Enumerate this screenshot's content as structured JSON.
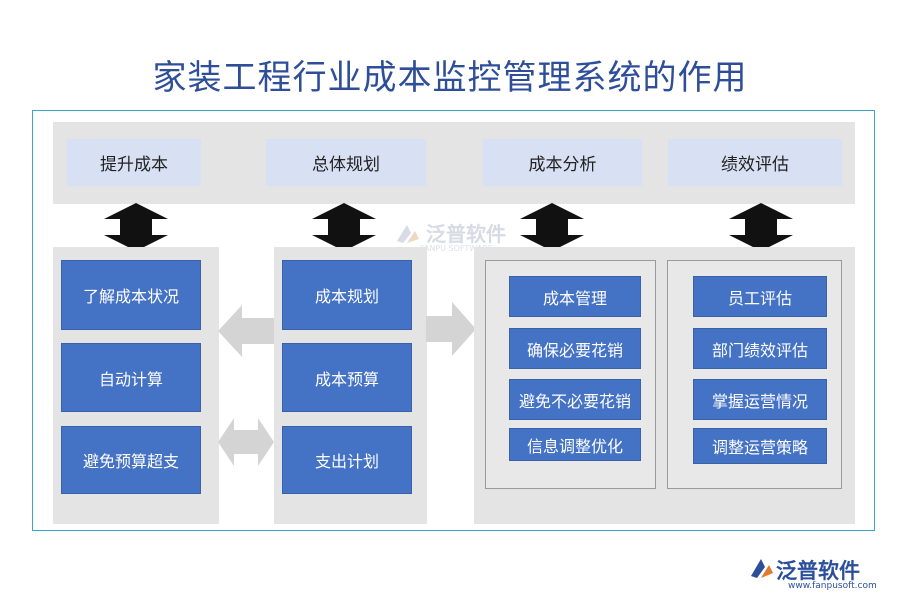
{
  "title": "家装工程行业成本监控管理系统的作用",
  "headers": [
    "提升成本",
    "总体规划",
    "成本分析",
    "绩效评估"
  ],
  "column1": [
    "了解成本状况",
    "自动计算",
    "避免预算超支"
  ],
  "column2": [
    "成本规划",
    "成本预算",
    "支出计划"
  ],
  "column3": [
    "成本管理",
    "确保必要花销",
    "避免不必要花销",
    "信息调整优化"
  ],
  "column4": [
    "员工评估",
    "部门绩效评估",
    "掌握运营情况",
    "调整运营策略"
  ],
  "watermark": {
    "name": "泛普软件",
    "sub": "FANPU SOFTWARE"
  },
  "logo": {
    "name": "泛普软件",
    "url": "www.fanpusoft.com"
  },
  "colors": {
    "title": "#2e4e9a",
    "box": "#4472c4",
    "header_box": "#d8e1f3",
    "panel": "#e4e4e4",
    "frame": "#3aa7c9",
    "arrow_dark": "#111111",
    "arrow_light": "#d4d4d4"
  }
}
